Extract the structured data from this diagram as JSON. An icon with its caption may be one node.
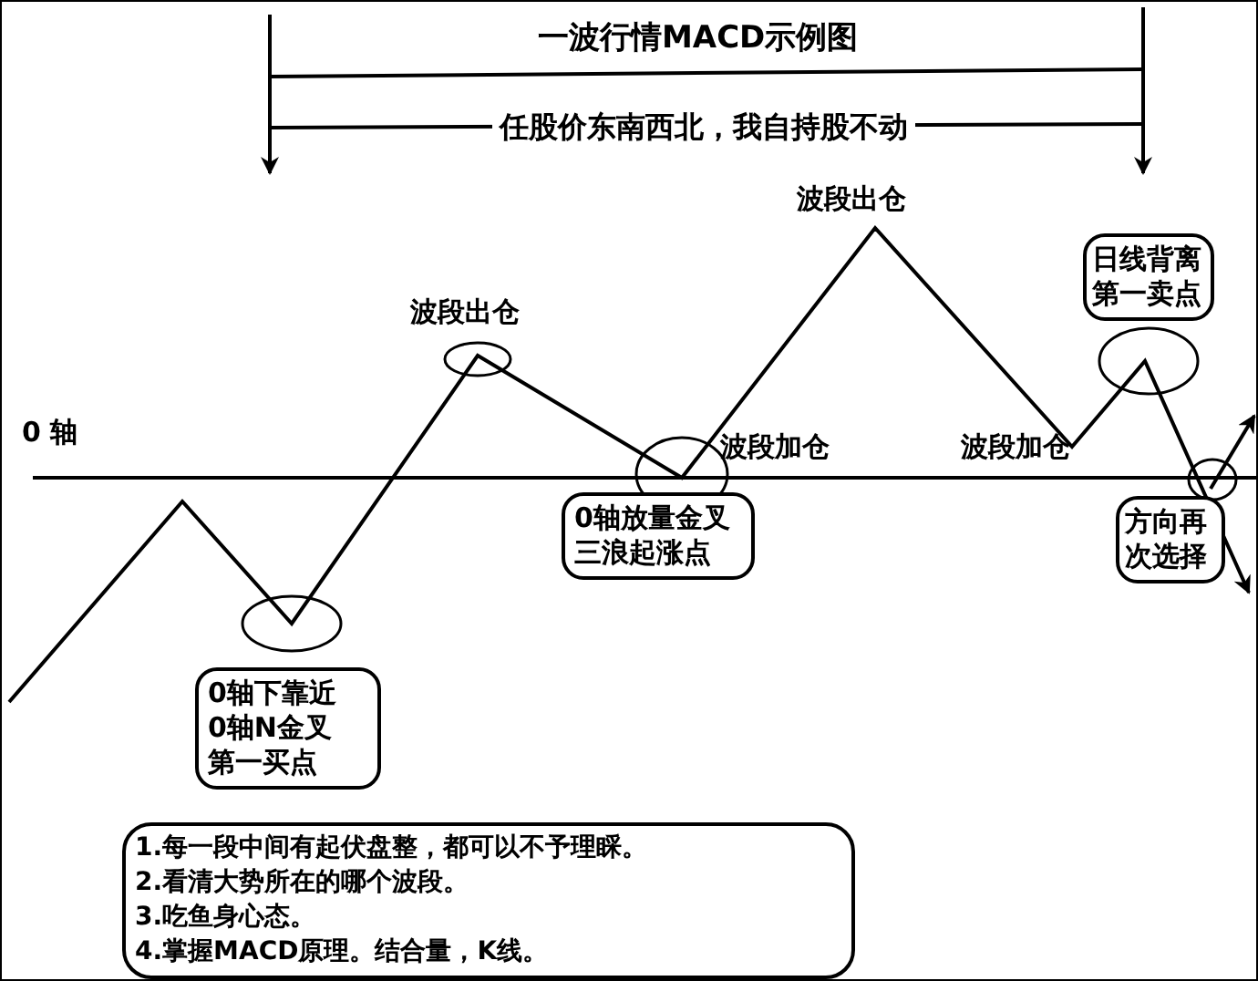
{
  "diagram": {
    "title": "一波行情MACD示例图",
    "nodes": [
      {
        "text": [
          "0轴下靠近",
          "0轴N金叉",
          "第一买点"
        ]
      },
      {
        "text": [
          "0轴放量金叉",
          "三浪起涨点"
        ]
      },
      {
        "text": [
          "日线背离",
          "第一卖点"
        ]
      },
      {
        "text": [
          "方向再次选择"
        ]
      },
      {
        "text": [
          "1.每一段中间有起伏盘整，都可以不予理睬。",
          "2.看清大势所在的哪个波段。",
          "3.吃鱼身心态。",
          "4.掌握MACD原理。结合量，K线。"
        ]
      }
    ],
    "labels": [
      "任股价东南西北，我自持股不动",
      "波段出仓",
      "波段出仓",
      "0 轴",
      "波段加仓",
      "波段加仓"
    ]
  }
}
